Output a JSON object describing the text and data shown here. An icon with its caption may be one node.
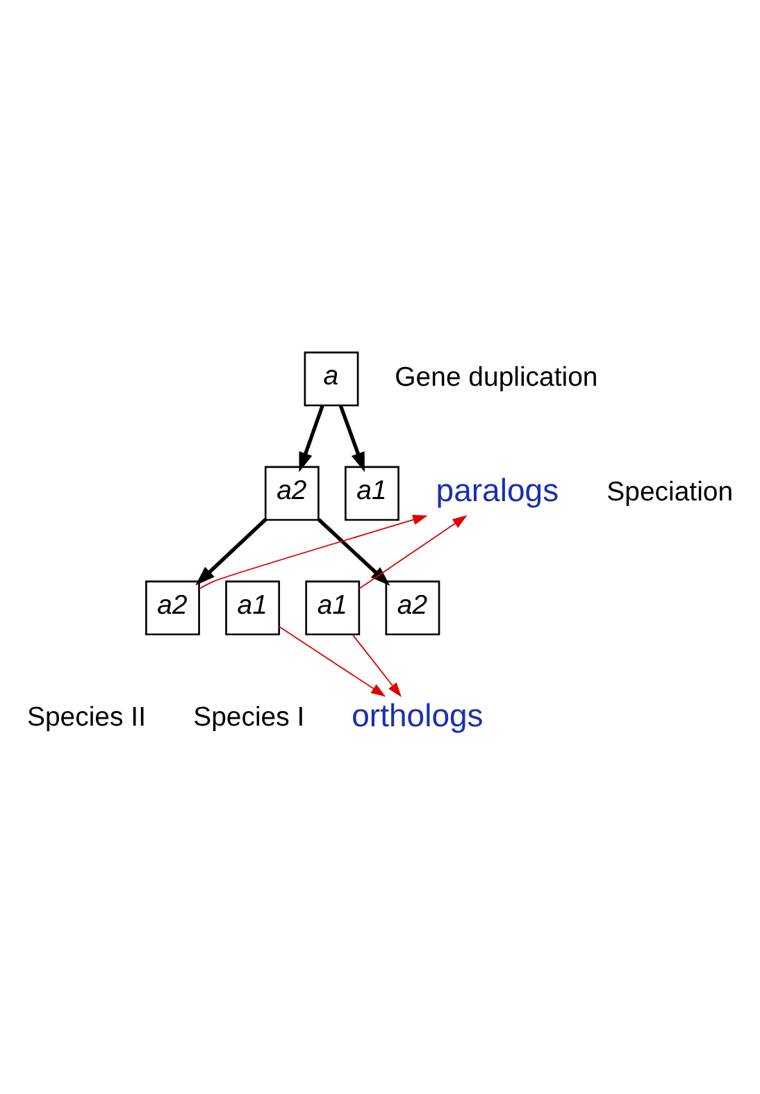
{
  "diagram": {
    "nodes": [
      {
        "text": [
          "a"
        ]
      },
      {
        "text": [
          "paralogs"
        ]
      },
      {
        "text": [
          "a1"
        ]
      },
      {
        "text": [
          "a2"
        ]
      },
      {
        "text": [
          "a1"
        ]
      },
      {
        "text": [
          "a2"
        ]
      },
      {
        "text": [
          "a1"
        ]
      },
      {
        "text": [
          "a2"
        ]
      },
      {
        "text": [
          "orthologs"
        ]
      }
    ],
    "edges": [
      {
        "from": 0,
        "to": 2,
        "arrow": "to",
        "style": "thick"
      },
      {
        "from": 0,
        "to": 3,
        "arrow": "to",
        "style": "thick"
      },
      {
        "from": 3,
        "to": 5,
        "arrow": "to",
        "style": "thick"
      },
      {
        "from": 3,
        "to": 7,
        "arrow": "to",
        "style": "thick"
      },
      {
        "from": 4,
        "to": 1,
        "arrow": "to",
        "color": "#e00000"
      },
      {
        "from": 5,
        "to": 1,
        "arrow": "to",
        "color": "#e00000"
      },
      {
        "from": 4,
        "to": 8,
        "arrow": "to",
        "color": "#e00000"
      },
      {
        "from": 6,
        "to": 8,
        "arrow": "to",
        "color": "#e00000"
      }
    ],
    "labels": [
      "Gene duplication",
      "Speciation",
      "Species I",
      "Species II"
    ]
  }
}
